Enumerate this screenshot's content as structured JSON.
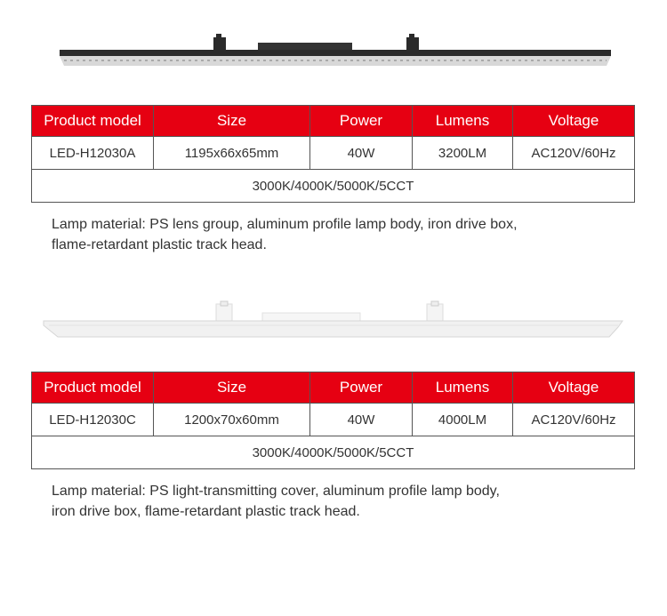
{
  "colors": {
    "header_red": "#e60012",
    "border": "#555555",
    "text": "#333333"
  },
  "products": [
    {
      "image": "black-linear-track-light",
      "headers": [
        "Product model",
        "Size",
        "Power",
        "Lumens",
        "Voltage"
      ],
      "values": [
        "LED-H12030A",
        "1195x66x65mm",
        "40W",
        "3200LM",
        "AC120V/60Hz"
      ],
      "cct": "3000K/4000K/5000K/5CCT",
      "material_line1": "Lamp material: PS lens group, aluminum profile lamp body, iron drive box,",
      "material_line2": "flame-retardant plastic track head."
    },
    {
      "image": "white-linear-track-light",
      "headers": [
        "Product model",
        "Size",
        "Power",
        "Lumens",
        "Voltage"
      ],
      "values": [
        "LED-H12030C",
        "1200x70x60mm",
        "40W",
        "4000LM",
        "AC120V/60Hz"
      ],
      "cct": "3000K/4000K/5000K/5CCT",
      "material_line1": "Lamp material: PS light-transmitting cover, aluminum profile lamp body,",
      "material_line2": "iron drive box, flame-retardant plastic track head."
    }
  ]
}
